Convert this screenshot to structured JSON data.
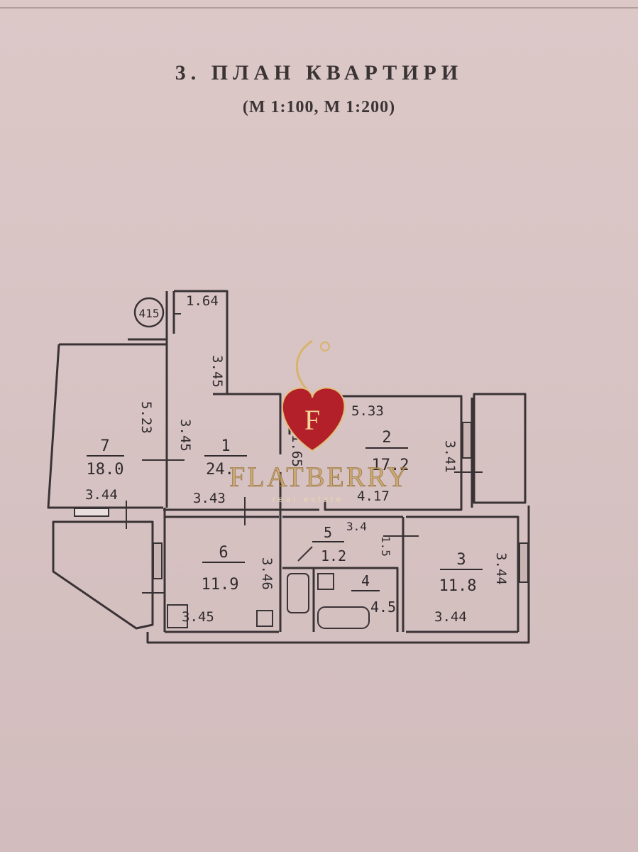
{
  "header": {
    "title": "3. ПЛАН КВАРТИРИ",
    "scale": "(М 1:100, М 1:200)"
  },
  "plan": {
    "marker": "415",
    "rooms": [
      {
        "number": "1",
        "area": "24."
      },
      {
        "number": "2",
        "area": "17.2"
      },
      {
        "number": "3",
        "area": "11.8"
      },
      {
        "number": "4",
        "area": "4.5"
      },
      {
        "number": "5",
        "area": "1.2"
      },
      {
        "number": "6",
        "area": "11.9"
      },
      {
        "number": "7",
        "area": "18.0"
      }
    ],
    "dimensions": {
      "loggia_top": "1.64",
      "loggia_side": "3.45",
      "hall_vertical": "3.45",
      "room7_side": "5.23",
      "room7_bottom": "3.44",
      "room1_bottom": "3.43",
      "room2_top": "5.33",
      "room2_side": "3.41",
      "room2_bottom": "4.17",
      "room2_inner": "1.65",
      "corridor_top": "3.4",
      "corridor_side": "1.5",
      "room6_side": "3.46",
      "room6_bottom": "3.45",
      "room3_side": "3.44",
      "room3_bottom": "3.44"
    }
  },
  "watermark": {
    "brand": "FLATBERRY",
    "tagline": "real estate",
    "monogram": "F"
  },
  "colors": {
    "ink": "#2f2a2d",
    "paper": "#d8c4c4",
    "logo_red": "#b3202a",
    "logo_gold": "#d9b36a"
  }
}
